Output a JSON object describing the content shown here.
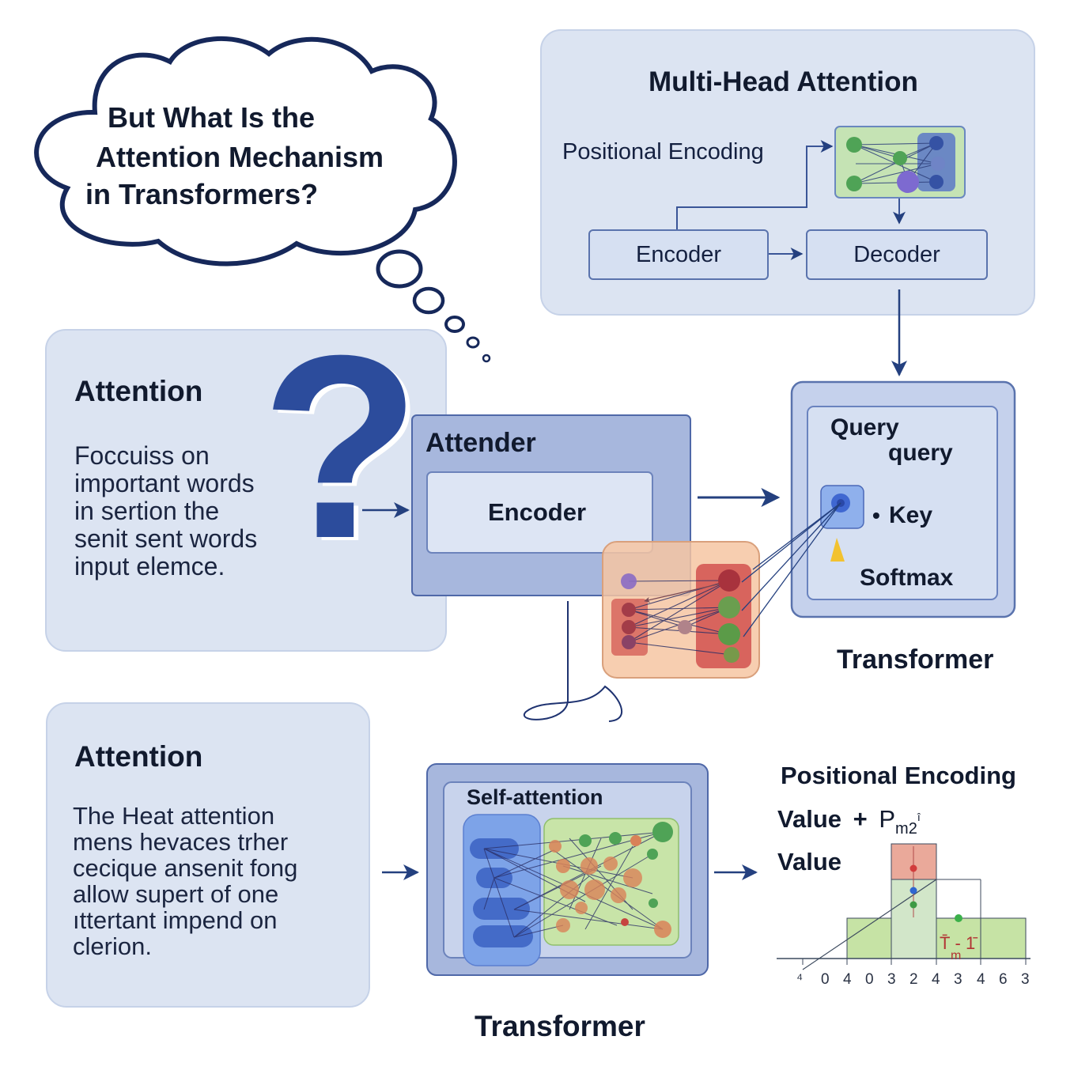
{
  "cloud": {
    "line1": "But What Is the",
    "line2": "Attention Mechanism",
    "line3": "in Transformers?"
  },
  "question_mark": "?",
  "multi_head": {
    "title": "Multi-Head Attention",
    "positional_label": "Positional Encoding",
    "encoder": "Encoder",
    "decoder": "Decoder"
  },
  "attention_top": {
    "title": "Attention",
    "body": "Foccuiss on\nimportant words\nin sertion the\nsenit sent words\ninput elemce."
  },
  "attender": {
    "title": "Attender",
    "encoder": "Encoder"
  },
  "qk": {
    "query1": "Query",
    "query2": "query",
    "bullet": "•",
    "key": "Key",
    "softmax": "Softmax",
    "caption": "Transformer"
  },
  "attention_bottom": {
    "title": "Attention",
    "body": "The Heat attention\nmens hevaces trher\ncecique ansenit fong\nallow supert of one\nıttertant impend on\nclerion."
  },
  "self_attention": {
    "title": "Self-attention",
    "caption": "Transformer"
  },
  "pos_chart": {
    "title": "Positional Encoding",
    "line1_word": "Value",
    "line1_plus": "+",
    "line1_p": "P",
    "line1_sub": "m2",
    "line1_sup": "î",
    "line2_word": "Value",
    "marker": "T̄ - 1̄",
    "marker_sub": "m",
    "ticks": [
      "⁴",
      "0",
      "4",
      "0",
      "3",
      "2",
      "4",
      "3",
      "4",
      "6",
      "3"
    ]
  },
  "colors": {
    "navy": "#1d3a86",
    "panel": "#dce4f2",
    "accent_blue": "#4f6db5",
    "green": "#3e9a45",
    "red": "#c6443f"
  }
}
